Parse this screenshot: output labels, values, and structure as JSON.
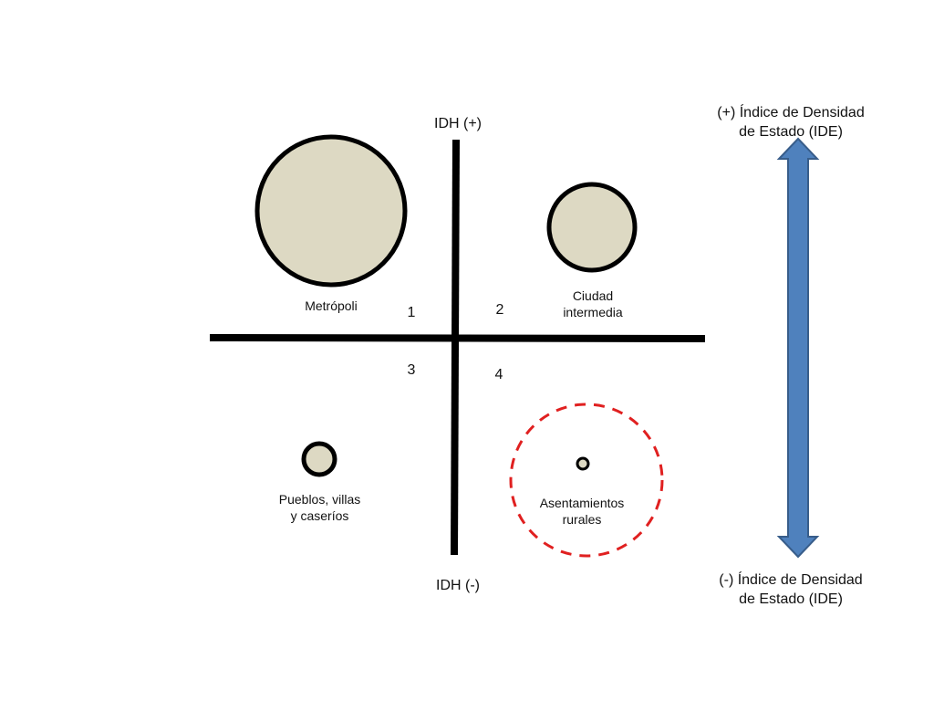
{
  "axis": {
    "top_label": "IDH (+)",
    "bottom_label": "IDH (-)"
  },
  "quadrants": [
    {
      "number": "1",
      "label": "Metrópoli",
      "label_line2": ""
    },
    {
      "number": "2",
      "label": "Ciudad",
      "label_line2": "intermedia"
    },
    {
      "number": "3",
      "label": "Pueblos, villas",
      "label_line2": "y caseríos"
    },
    {
      "number": "4",
      "label": "Asentamientos",
      "label_line2": "rurales"
    }
  ],
  "density_arrow": {
    "top_line1": "(+) Índice de Densidad",
    "top_line2": "de Estado (IDE)",
    "bottom_line1": "(-) Índice de Densidad",
    "bottom_line2": "de Estado (IDE)"
  },
  "colors": {
    "circle_fill": "#ddd9c3",
    "axis": "#000000",
    "arrow_fill": "#4f81bd",
    "arrow_stroke": "#385d8a",
    "dashed_circle": "#e02020"
  }
}
